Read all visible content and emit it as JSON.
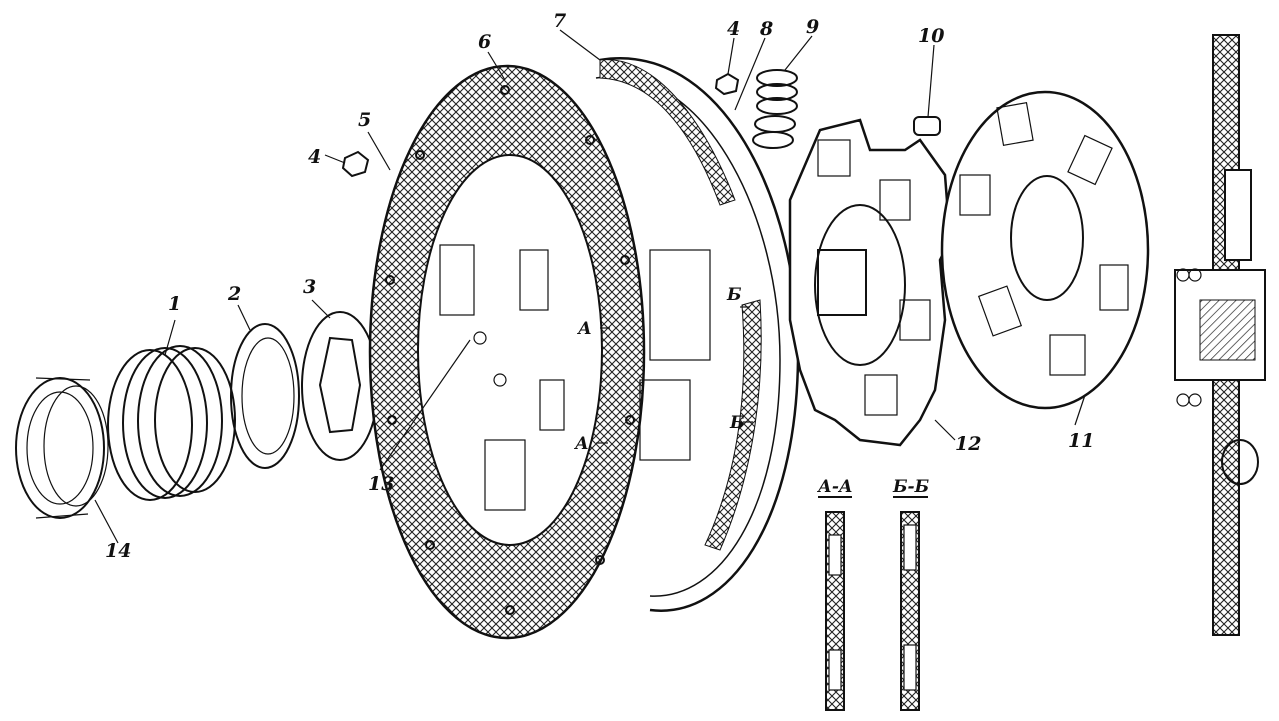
{
  "diagram": {
    "part_numbers": [
      "1",
      "2",
      "3",
      "4",
      "4",
      "5",
      "6",
      "7",
      "8",
      "9",
      "10",
      "11",
      "12",
      "13",
      "14"
    ],
    "section_marks": {
      "a_label": "А",
      "b_label": "Б"
    },
    "section_titles": {
      "aa": "А-А",
      "bb": "Б-Б"
    },
    "colors": {
      "ink": "#111111",
      "paper": "#ffffff"
    }
  }
}
